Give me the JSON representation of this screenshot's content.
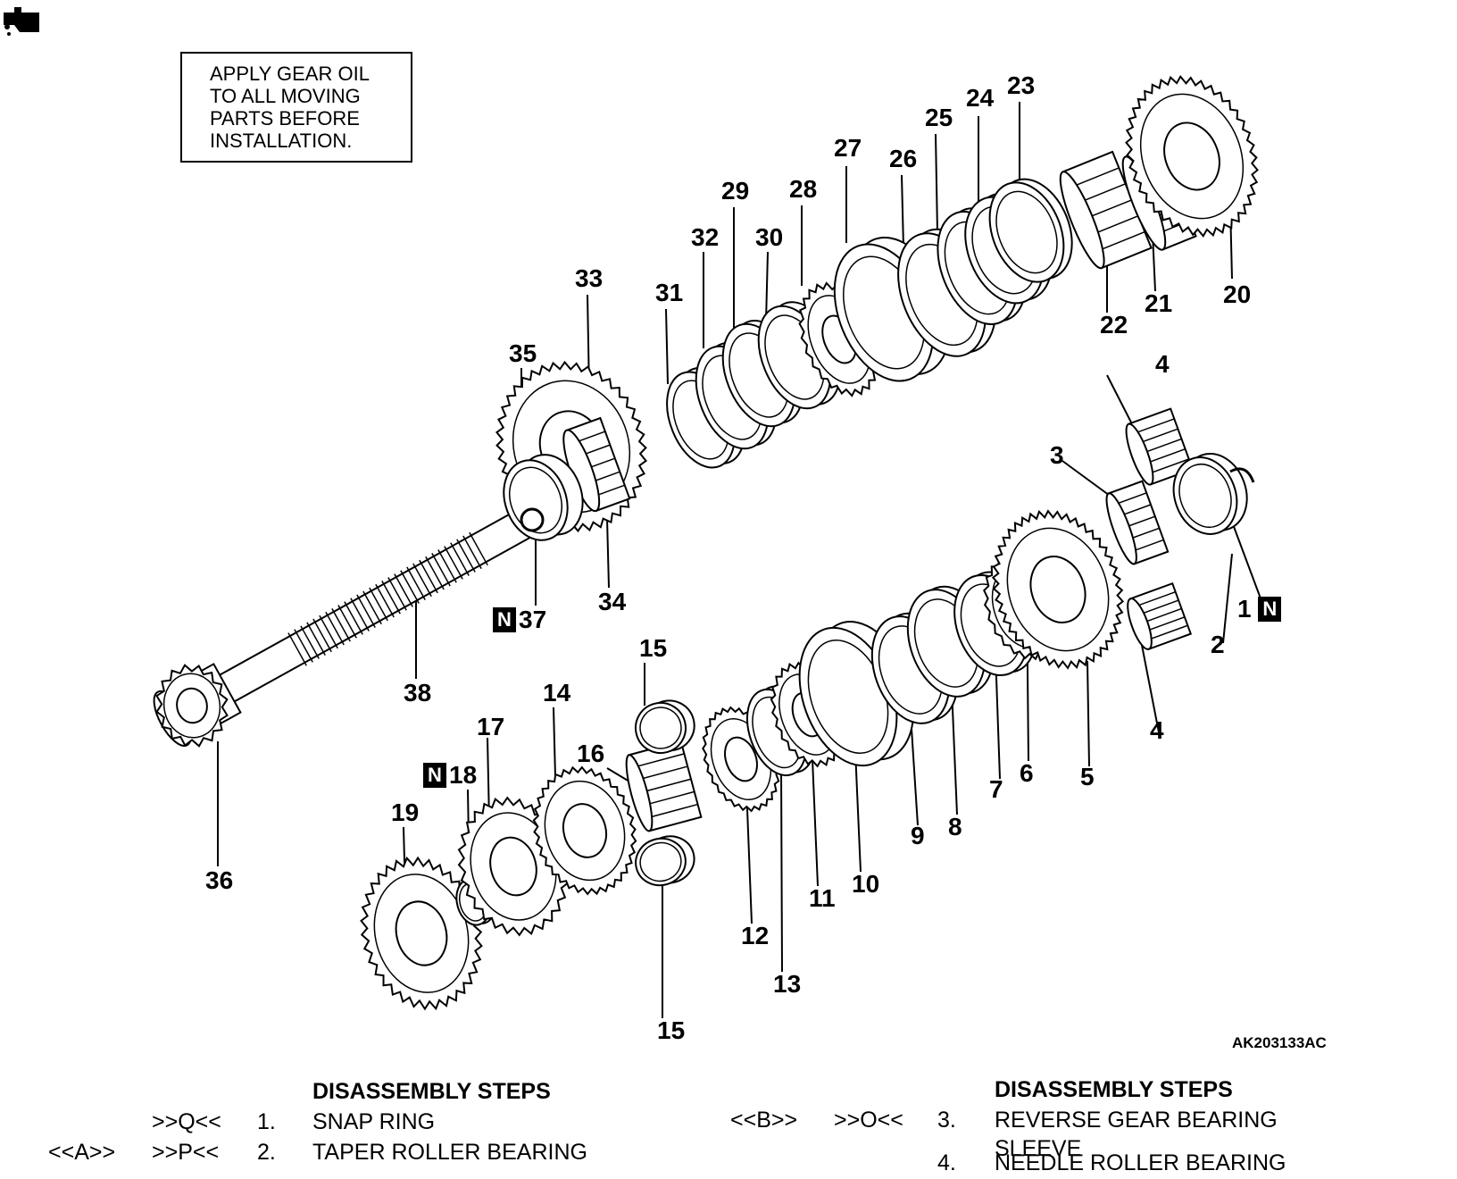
{
  "note": {
    "lines": [
      "APPLY GEAR OIL",
      "TO ALL MOVING",
      "PARTS BEFORE",
      "INSTALLATION."
    ],
    "icon": "oil-can-icon"
  },
  "labels": [
    {
      "id": "1",
      "text": "1",
      "badge_after": "N"
    },
    {
      "id": "2",
      "text": "2"
    },
    {
      "id": "3",
      "text": "3"
    },
    {
      "id": "4a",
      "text": "4"
    },
    {
      "id": "4b",
      "text": "4"
    },
    {
      "id": "5",
      "text": "5"
    },
    {
      "id": "6",
      "text": "6"
    },
    {
      "id": "7",
      "text": "7"
    },
    {
      "id": "8",
      "text": "8"
    },
    {
      "id": "9",
      "text": "9"
    },
    {
      "id": "10",
      "text": "10"
    },
    {
      "id": "11",
      "text": "11"
    },
    {
      "id": "12",
      "text": "12"
    },
    {
      "id": "13",
      "text": "13"
    },
    {
      "id": "14",
      "text": "14"
    },
    {
      "id": "15a",
      "text": "15"
    },
    {
      "id": "15b",
      "text": "15"
    },
    {
      "id": "16",
      "text": "16"
    },
    {
      "id": "17",
      "text": "17"
    },
    {
      "id": "18",
      "text": "18",
      "badge_before": "N"
    },
    {
      "id": "19",
      "text": "19"
    },
    {
      "id": "20",
      "text": "20"
    },
    {
      "id": "21",
      "text": "21"
    },
    {
      "id": "22",
      "text": "22"
    },
    {
      "id": "23",
      "text": "23"
    },
    {
      "id": "24",
      "text": "24"
    },
    {
      "id": "25",
      "text": "25"
    },
    {
      "id": "26",
      "text": "26"
    },
    {
      "id": "27",
      "text": "27"
    },
    {
      "id": "28",
      "text": "28"
    },
    {
      "id": "29",
      "text": "29"
    },
    {
      "id": "30",
      "text": "30"
    },
    {
      "id": "31",
      "text": "31"
    },
    {
      "id": "32",
      "text": "32"
    },
    {
      "id": "33",
      "text": "33"
    },
    {
      "id": "34",
      "text": "34"
    },
    {
      "id": "35",
      "text": "35"
    },
    {
      "id": "36",
      "text": "36"
    },
    {
      "id": "37",
      "text": "37",
      "badge_before": "N"
    },
    {
      "id": "38",
      "text": "38"
    }
  ],
  "figure_code": "AK203133AC",
  "steps_left": {
    "title": "DISASSEMBLY STEPS",
    "rows": [
      {
        "mark_a": "",
        "mark_b": ">>Q<<",
        "num": "1.",
        "text": "SNAP RING"
      },
      {
        "mark_a": "<<A>>",
        "mark_b": ">>P<<",
        "num": "2.",
        "text": "TAPER ROLLER BEARING"
      }
    ]
  },
  "steps_right": {
    "title": "DISASSEMBLY STEPS",
    "rows": [
      {
        "mark_a": "<<B>>",
        "mark_b": ">>O<<",
        "num": "3.",
        "text": "REVERSE GEAR BEARING"
      },
      {
        "mark_a": "",
        "mark_b": "",
        "num": "",
        "text": "SLEEVE"
      },
      {
        "mark_a": "",
        "mark_b": "",
        "num": "4.",
        "text": "NEEDLE ROLLER BEARING"
      }
    ]
  }
}
